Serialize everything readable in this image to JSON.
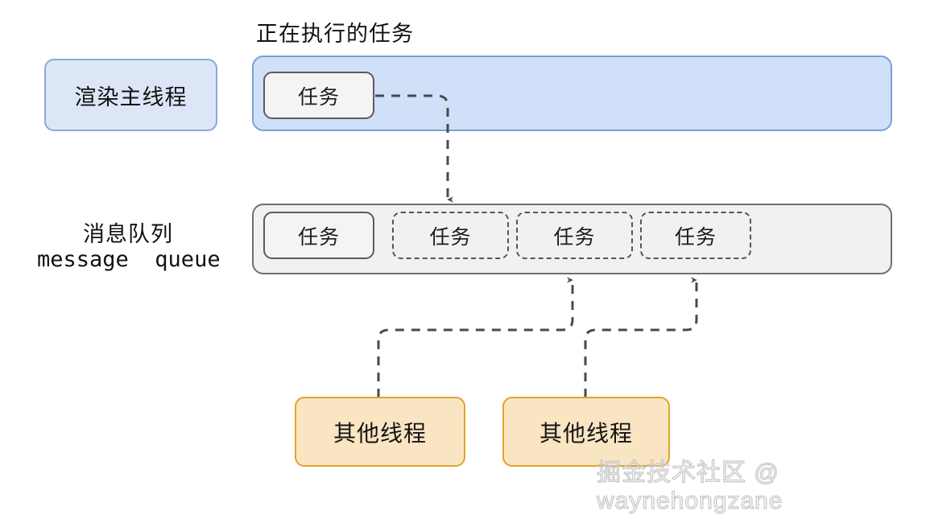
{
  "diagram": {
    "title_executing_task": "正在执行的任务",
    "queue_label_cn": "消息队列",
    "queue_label_en": "message  queue",
    "render_thread_label": "渲染主线程",
    "task_label": "任务",
    "other_thread_label": "其他线程"
  },
  "lanes": {
    "executing": {
      "name": "executing-task-lane",
      "fill": "#cfe0f8",
      "stroke": "#7d9fd6",
      "tasks": [
        {
          "label": "任务",
          "style": "solid"
        }
      ]
    },
    "queue": {
      "name": "message-queue-lane",
      "fill": "#f1f1f1",
      "stroke": "#6f6f6f",
      "tasks": [
        {
          "label": "任务",
          "style": "solid"
        },
        {
          "label": "任务",
          "style": "dashed"
        },
        {
          "label": "任务",
          "style": "dashed"
        },
        {
          "label": "任务",
          "style": "dashed"
        }
      ]
    }
  },
  "threads": {
    "main": {
      "label": "渲染主线程",
      "fill": "#dce6f7",
      "stroke": "#8aa9dd"
    },
    "others": [
      {
        "label": "其他线程",
        "fill": "#fae5c3",
        "stroke": "#e0a32e"
      },
      {
        "label": "其他线程",
        "fill": "#fae5c3",
        "stroke": "#e0a32e"
      }
    ]
  },
  "arrows": [
    {
      "name": "arrow-task-to-queue",
      "from": "executing-task",
      "to": "queue-task-2",
      "style": "dashed"
    },
    {
      "name": "arrow-thread1-to-queue",
      "from": "other-thread-1",
      "to": "queue-task-3",
      "style": "dashed"
    },
    {
      "name": "arrow-thread2-to-queue",
      "from": "other-thread-2",
      "to": "queue-task-4",
      "style": "dashed"
    }
  ],
  "watermark": {
    "text": "掘金技术社区 @ waynehongzane",
    "color": "#c9c9c9"
  }
}
